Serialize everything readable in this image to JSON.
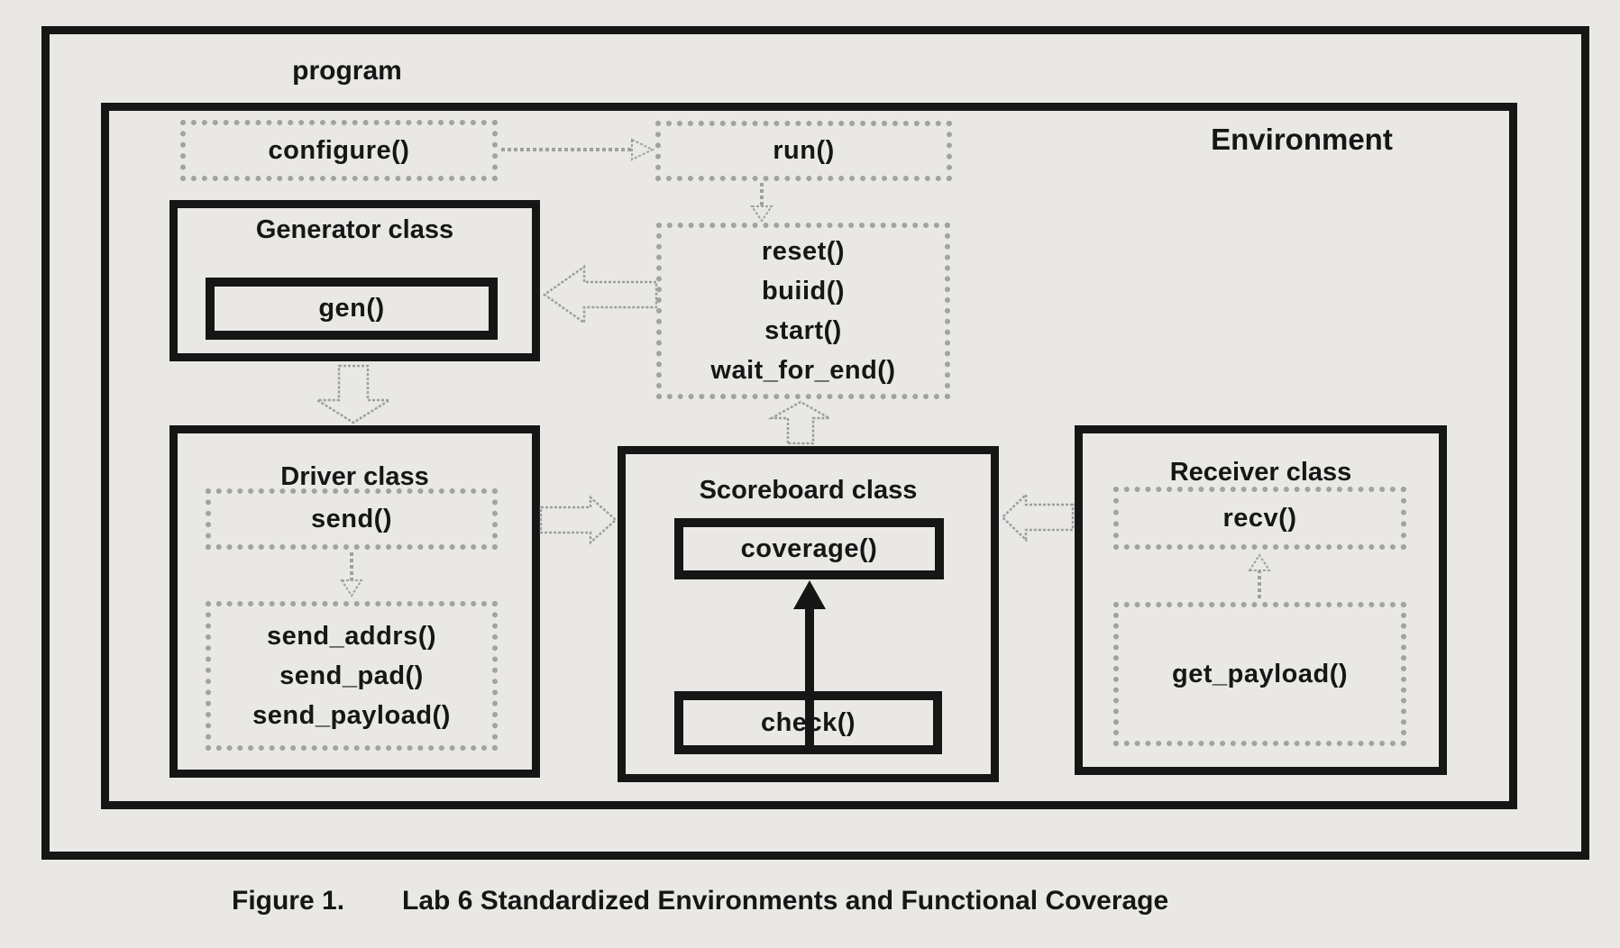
{
  "diagram": {
    "program_label": "program",
    "environment_label": "Environment",
    "configure_label": "configure()",
    "run_label": "run()",
    "reset_block": {
      "lines": [
        "reset()",
        "buiid()",
        "start()",
        "wait_for_end()"
      ]
    },
    "generator": {
      "title": "Generator class",
      "gen_label": "gen()"
    },
    "driver": {
      "title": "Driver class",
      "send_label": "send()",
      "send_methods": [
        "send_addrs()",
        "send_pad()",
        "send_payload()"
      ]
    },
    "scoreboard": {
      "title": "Scoreboard class",
      "coverage_label": "coverage()",
      "check_label": "check()"
    },
    "receiver": {
      "title": "Receiver class",
      "recv_label": "recv()",
      "get_payload_label": "get_payload()"
    },
    "caption": {
      "prefix": "Figure 1.",
      "text": "Lab 6 Standardized Environments and Functional Coverage"
    },
    "colors": {
      "background": "#e9e8e4",
      "ink": "#161616",
      "grey_line": "#9e9e9e"
    }
  }
}
